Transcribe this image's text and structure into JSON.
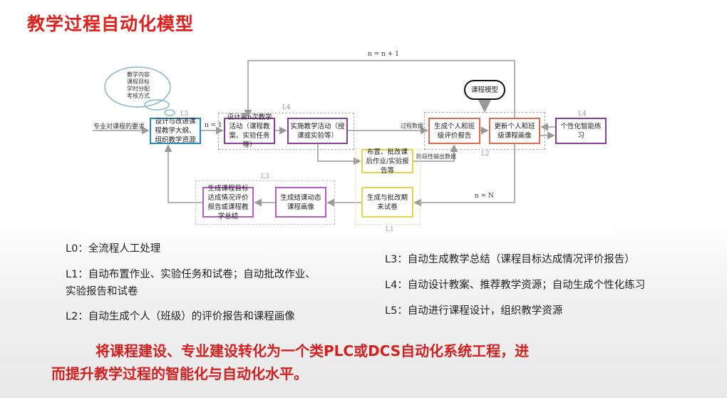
{
  "title": "教学过程自动化模型",
  "diagram": {
    "cloud_lines": [
      "教学内容",
      "课程目标",
      "学时分配",
      "考核方式"
    ],
    "input_label": "专业对课程的要求",
    "n_eq_1": "n = 1",
    "n_plus": "n = n + 1",
    "n_eq_N": "n = N",
    "process_data": "过程数据",
    "stage_output": "阶段性输出数据",
    "course_model": "课程模型",
    "levels": {
      "l5": "L5",
      "l4a": "L4",
      "l4b": "L4",
      "l2": "L2",
      "l1": "L1",
      "l3": "L3"
    },
    "boxes": {
      "design_course": "设计与改进课程教学大纲、组织教学资源",
      "design_activity": "设计第n次教学活动（课程教案、实验任务等）",
      "implement": "实施教学活动（授课或实验等）",
      "gen_report": "生成个人和班级评价报告",
      "update_portrait": "更新个人和班级课程画像",
      "practice": "个性化智能练习",
      "assign": "布置、批改课后作业/实验报告等",
      "final_exam": "生成与批改期末试卷",
      "dynamic_portrait": "生成结课动态课程画像",
      "summary": "生成课程目标达成情况评价报告或课程教学总结"
    }
  },
  "notes": {
    "l0": "L0：全流程人工处理",
    "l1": "L1：自动布置作业、实验任务和试卷；自动批改作业、",
    "l1b": "实验报告和试卷",
    "l2": "L2：自动生成个人（班级）的评价报告和课程画像",
    "l3": "L3：自动生成教学总结（课程目标达成情况评价报告）",
    "l4": "L4：自动设计教案、推荐教学资源；自动生成个性化练习",
    "l5": "L5：自动进行课程设计，组织教学资源"
  },
  "conclusion": {
    "line1": "将课程建设、专业建设转化为一个类PLC或DCS自动化系统工程，进",
    "line2": "而提升教学过程的智能化与自动化水平。"
  }
}
